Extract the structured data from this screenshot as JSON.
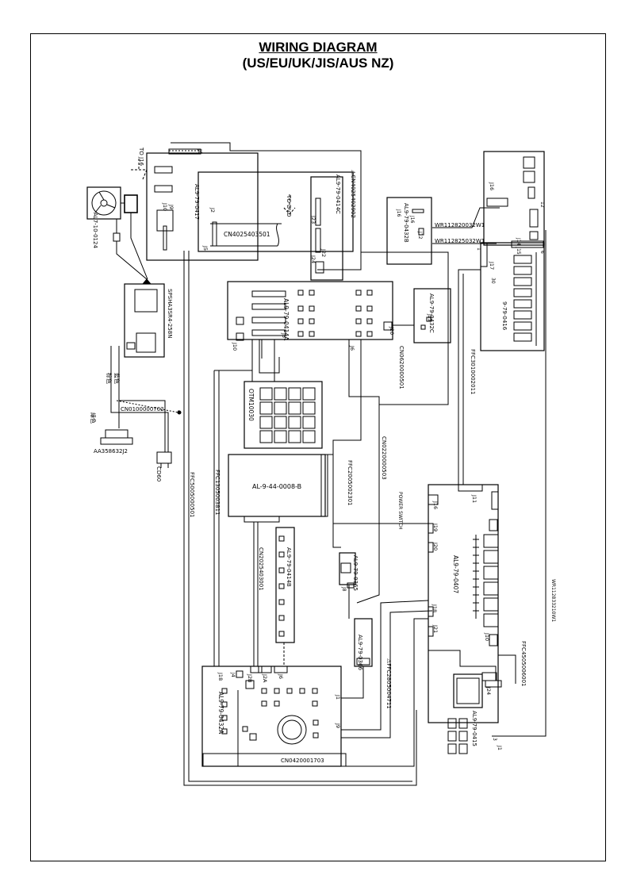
{
  "page": {
    "title": "WIRING DIAGRAM",
    "subtitle": "(US/EU/UK/JIS/AUS NZ)"
  },
  "labels": {
    "to_j16": "TO J16",
    "j6_top": "J6",
    "fan_part": "AL7-10-0124",
    "power_supply": "SPSHA3SR4-258N",
    "j10_a": "J10",
    "j9_a": "J9",
    "al_0417": "AL9-79-0417",
    "j2_a": "J2",
    "cable_cn4025403501": "CN4025403501",
    "j5_a": "J5",
    "to_dvd": "TO DVD",
    "al_0414c": "AL9-79-0414C",
    "cn4025402902": "⚠CN4025402902",
    "j23": "J23",
    "j22": "J22",
    "j24_a": "J24",
    "al_0432b": "AL9-79-0432B",
    "j16_small": "J16",
    "j12_small": "J12",
    "j16_left": "J16",
    "wr_1": "WR112820032W1",
    "wr_2": "WR112825032W1",
    "j16_right": "J16",
    "j17": "J17",
    "j14_j15": "J14 J15",
    "board_0416": "9-79-0416",
    "board_0414a": "AL9-79-0414A",
    "j10_b": "J10",
    "j3": "J3",
    "j6_b": "J6",
    "j20_a": "J20",
    "board_0432c": "AL9-79-0432C",
    "j22_b": "J22",
    "cn0620000501": "CN0620000501",
    "ffc3010002011": "FFC3010002011",
    "brown": "棕色",
    "blue": "藍色",
    "cn0100000702": "CN0100000702",
    "green": "綠色",
    "aa358632j2": "AA358632J2",
    "cd60": "CD60",
    "keypad": "OTM10030",
    "cn0220000503": "CN0220000503",
    "ffc5005000501": "FFC5005000501",
    "ffc1305003811": "FFC1305003811",
    "ffc2005002301": "FFC2005002301",
    "display": "AL-9-44-0008-B",
    "power_switch": "POWER SWITCH",
    "j16_main": "J16",
    "j11": "J11",
    "j19": "J19",
    "j20_b": "J20",
    "board_0407": "AL9-79-0407",
    "cn2025403001": "CN2025403001",
    "board_0414b": "AL9-79-0414B",
    "board_0365": "AL9-79-0365",
    "j8": "J8",
    "wr_side": "WR112833210W1",
    "j18_a": "J18",
    "j21": "J21",
    "j10_c": "J10",
    "ffc4505006001": "FFC4505006001",
    "board_0366": "AL9-79-0366",
    "ffc2805004711": "⚠FFC2805004711",
    "j24_b": "J24",
    "board_0415": "AL9-79-0415",
    "j1": "J1",
    "j18_b": "J18",
    "j4": "J4",
    "j2b": "J2B",
    "j2a": "J2A",
    "j6_c": "J6",
    "board_0432a": "AL9-79-0432A",
    "j1_b": "J1",
    "j9_b": "J9",
    "cn0420001703": "CN0420001703",
    "pin_12": "12",
    "pin_1": "1",
    "pin_6": "6",
    "pin_30": "30",
    "pin_3": "3"
  }
}
